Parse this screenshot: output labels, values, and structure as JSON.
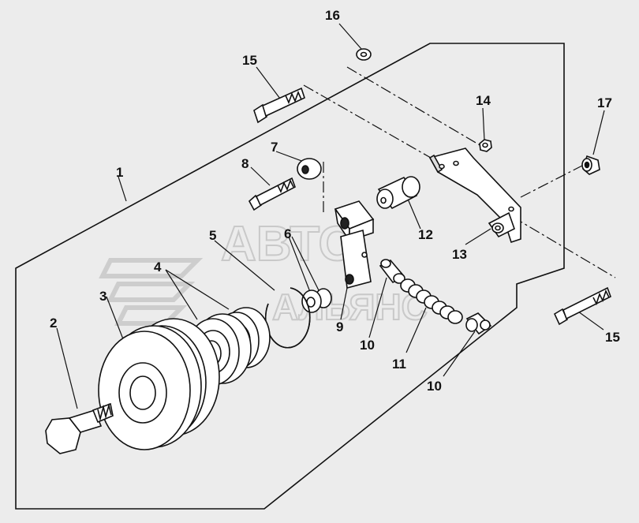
{
  "watermark": {
    "line1": "АВТО",
    "line2": "АЛЬЯНС"
  },
  "callouts": [
    {
      "id": "c1",
      "label": "1"
    },
    {
      "id": "c2",
      "label": "2"
    },
    {
      "id": "c3",
      "label": "3"
    },
    {
      "id": "c4",
      "label": "4"
    },
    {
      "id": "c5",
      "label": "5"
    },
    {
      "id": "c6",
      "label": "6"
    },
    {
      "id": "c7",
      "label": "7"
    },
    {
      "id": "c8",
      "label": "8"
    },
    {
      "id": "c9",
      "label": "9"
    },
    {
      "id": "c10a",
      "label": "10"
    },
    {
      "id": "c10b",
      "label": "10"
    },
    {
      "id": "c11",
      "label": "11"
    },
    {
      "id": "c12",
      "label": "12"
    },
    {
      "id": "c13",
      "label": "13"
    },
    {
      "id": "c14",
      "label": "14"
    },
    {
      "id": "c15a",
      "label": "15"
    },
    {
      "id": "c15b",
      "label": "15"
    },
    {
      "id": "c16",
      "label": "16"
    },
    {
      "id": "c17",
      "label": "17"
    }
  ]
}
